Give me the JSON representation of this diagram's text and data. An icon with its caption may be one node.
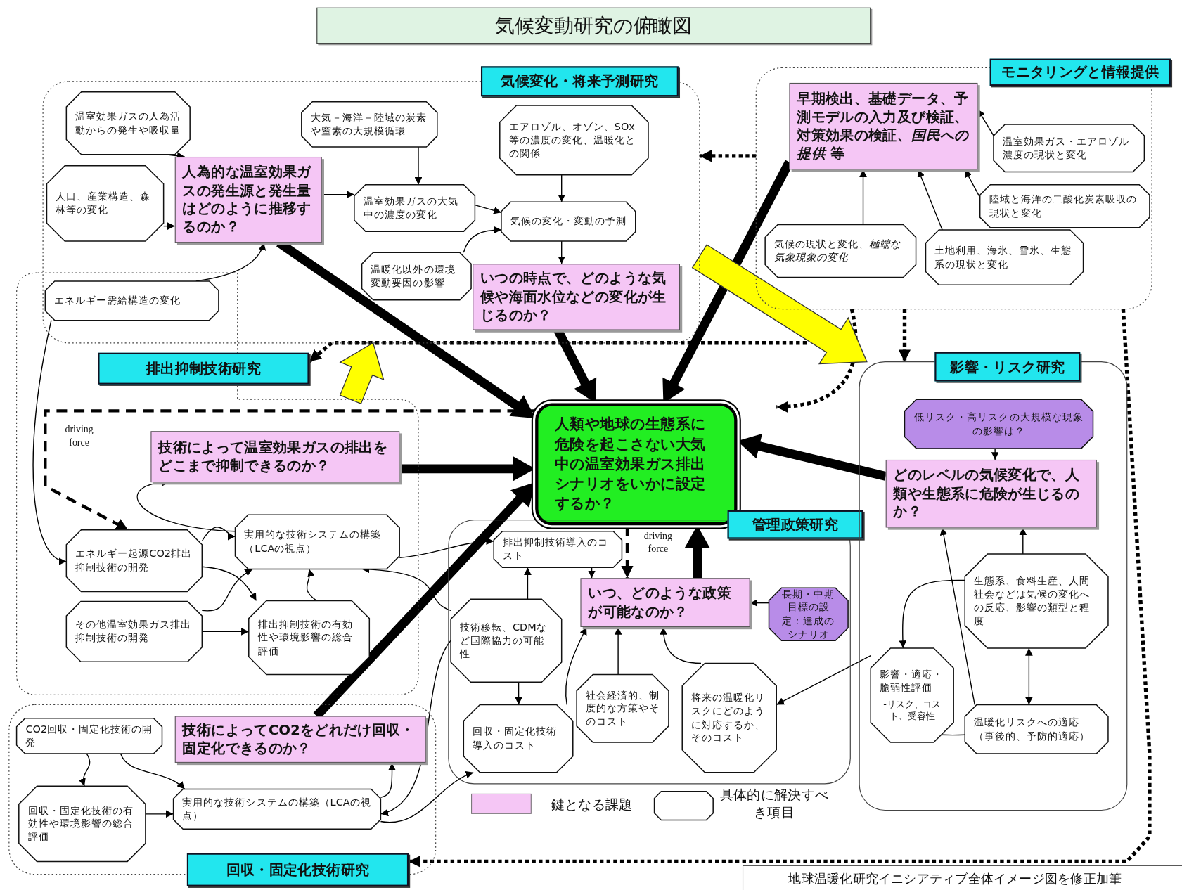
{
  "diagram": {
    "title": "気候変動研究の俯瞰図",
    "caption": "地球温暖化研究イニシアティブ全体イメージ図を修正加筆",
    "nodes": [
      {
        "text": [],
        "shape": "box"
      },
      {
        "text": [
          "温室効果ガスの人為活動からの発生や吸収量"
        ],
        "in": 0
      },
      {
        "text": [
          "人口、産業構造、森林等の変化"
        ],
        "in": 0
      },
      {
        "text": [
          "人為的な温室効果ガスの発生源と発生量はどのように推移するのか？"
        ],
        "in": 0
      },
      {
        "text": [
          "大気－海洋－陸域の炭素や窒素の大規模循環"
        ],
        "in": 0
      },
      {
        "text": [
          "温室効果ガスの大気中の濃度の変化"
        ],
        "in": 0
      },
      {
        "text": [
          "エアロゾル、オゾン、SOx等の濃度の変化、温暖化との関係"
        ],
        "in": 0
      },
      {
        "text": [
          "気候の変化・変動の予測"
        ],
        "in": 0
      },
      {
        "text": [
          "温暖化以外の環境変動要因の影響"
        ],
        "in": 0
      },
      {
        "text": [
          "いつの時点で、どのような気候や海面水位などの変化が生じるのか？"
        ],
        "in": 0
      },
      {
        "text": [
          "気候変化・将来予測研究"
        ]
      },
      {
        "text": [],
        "shape": "box"
      },
      {
        "text": [
          "早期検出、基礎データ、予測モデルの入力及び検証、対策効果の検証、*国民への提供* 等"
        ],
        "in": 11
      },
      {
        "text": [
          "温室効果ガス・エアロゾル濃度の現状と変化"
        ],
        "in": 11
      },
      {
        "text": [
          "陸域と海洋の二酸化炭素吸収の現状と変化"
        ],
        "in": 11
      },
      {
        "text": [
          "気候の現状と変化、*極端な気象現象の変化*"
        ],
        "in": 11
      },
      {
        "text": [
          "土地利用、海氷、雪氷、生態系の現状と変化"
        ],
        "in": 11
      },
      {
        "text": [
          "モニタリングと情報提供"
        ]
      },
      {
        "text": [
          "エネルギー需給構造の変化"
        ]
      },
      {
        "text": [],
        "shape": "box"
      },
      {
        "text": [
          "排出抑制技術研究"
        ],
        "in": 19
      },
      {
        "text": [
          "技術によって温室効果ガスの排出をどこまで抑制できるのか？"
        ],
        "in": 19
      },
      {
        "text": [
          "実用的な技術システムの構築（LCAの視点）"
        ],
        "in": 19
      },
      {
        "text": [
          "エネルギー起源CO2排出抑制技術の開発"
        ],
        "in": 19
      },
      {
        "text": [
          "その他温室効果ガス排出抑制技術の開発"
        ],
        "in": 19
      },
      {
        "text": [
          "排出抑制技術の有効性や環境影響の総合評価"
        ],
        "in": 19
      },
      {
        "text": [
          "人類や地球の生態系に危険を起こさない大気中の温室効果ガス排出シナリオをいかに設定するか？"
        ]
      },
      {
        "text": [],
        "shape": "box"
      },
      {
        "text": [
          "管理政策研究"
        ]
      },
      {
        "text": [
          "排出抑制技術導入のコスト"
        ],
        "in": 27
      },
      {
        "text": [
          "技術移転、CDMなど国際協力の可能性"
        ],
        "in": 27
      },
      {
        "text": [
          "いつ、どのような政策が可能なのか？"
        ],
        "in": 27
      },
      {
        "text": [
          "長期・中期目標の設定：達成のシナリオ"
        ],
        "in": 27
      },
      {
        "text": [
          "回収・固定化技術導入のコスト"
        ],
        "in": 27
      },
      {
        "text": [
          "社会経済的、制度的な方策やそのコスト"
        ],
        "in": 27
      },
      {
        "text": [
          "将来の温暖化リスクにどのように対応するか、そのコスト"
        ],
        "in": 27
      },
      {
        "text": [],
        "shape": "box"
      },
      {
        "text": [
          "影響・リスク研究"
        ]
      },
      {
        "text": [
          "低リスク・高リスクの大規模な現象の影響は？"
        ],
        "in": 36
      },
      {
        "text": [
          "どのレベルの気候変化で、人類や生態系に危険が生じるのか？"
        ],
        "in": 36
      },
      {
        "text": [
          "生態系、食料生産、人間社会などは気候の変化への反応、影響の類型と程度"
        ],
        "in": 36
      },
      {
        "text": [
          "影響・適応・脆弱性評価",
          "-リスク、コスト、受容性"
        ],
        "in": 36
      },
      {
        "text": [
          "温暖化リスクへの適応（事後的、予防的適応）"
        ],
        "in": 36
      },
      {
        "text": [],
        "shape": "box"
      },
      {
        "text": [
          "CO2回収・固定化技術の開発"
        ],
        "in": 43
      },
      {
        "text": [
          "技術によってCO2をどれだけ回収・固定化できるのか？"
        ],
        "in": 43
      },
      {
        "text": [
          "回収・固定化技術の有効性や環境影響の総合評価"
        ],
        "in": 43
      },
      {
        "text": [
          "実用的な技術システムの構築（LCAの視点）"
        ],
        "in": 43
      },
      {
        "text": [
          "回収・固定化技術研究"
        ]
      }
    ],
    "edges": [
      {
        "from": 1,
        "to": 3,
        "arrow": "to"
      },
      {
        "from": 2,
        "to": 3,
        "arrow": "to"
      },
      {
        "from": 18,
        "to": 3,
        "arrow": "to"
      },
      {
        "from": 3,
        "to": 5,
        "arrow": "to"
      },
      {
        "from": 4,
        "to": 5,
        "arrow": "to"
      },
      {
        "from": 5,
        "to": 7,
        "arrow": "to"
      },
      {
        "from": 6,
        "to": 7,
        "arrow": "to"
      },
      {
        "from": 8,
        "to": 7,
        "arrow": "to"
      },
      {
        "from": 7,
        "to": 9,
        "arrow": "to"
      },
      {
        "from": 3,
        "to": 26,
        "arrow": "to",
        "style": "thick"
      },
      {
        "from": 9,
        "to": 26,
        "arrow": "to",
        "style": "thick"
      },
      {
        "from": 13,
        "to": 12,
        "arrow": "to"
      },
      {
        "from": 14,
        "to": 12,
        "arrow": "to"
      },
      {
        "from": 15,
        "to": 12,
        "arrow": "to"
      },
      {
        "from": 16,
        "to": 12,
        "arrow": "to"
      },
      {
        "from": 12,
        "to": 26,
        "arrow": "to",
        "style": "thick"
      },
      {
        "from": 21,
        "to": 26,
        "arrow": "to",
        "style": "thick"
      },
      {
        "from": 26,
        "to": 23,
        "arrow": "to",
        "label": "driving force",
        "style": "dashed"
      },
      {
        "from": 18,
        "to": 23,
        "arrow": "to"
      },
      {
        "from": 22,
        "to": 21,
        "arrow": "to"
      },
      {
        "from": 23,
        "to": 22,
        "arrow": "to"
      },
      {
        "from": 24,
        "to": 22,
        "arrow": "to"
      },
      {
        "from": 23,
        "to": 25,
        "arrow": "to"
      },
      {
        "from": 24,
        "to": 25,
        "arrow": "to"
      },
      {
        "from": 25,
        "to": 22,
        "arrow": "to"
      },
      {
        "from": 22,
        "to": 29,
        "arrow": "to"
      },
      {
        "from": 30,
        "to": 22,
        "arrow": "to"
      },
      {
        "from": 30,
        "to": 29,
        "arrow": "to"
      },
      {
        "from": 30,
        "to": 33,
        "arrow": "to"
      },
      {
        "from": 29,
        "to": 31,
        "arrow": "to"
      },
      {
        "from": 33,
        "to": 31,
        "arrow": "to"
      },
      {
        "from": 34,
        "to": 31,
        "arrow": "to"
      },
      {
        "from": 35,
        "to": 31,
        "arrow": "to"
      },
      {
        "from": 32,
        "to": 31,
        "arrow": "to"
      },
      {
        "from": 31,
        "to": 26,
        "arrow": "to",
        "style": "thick"
      },
      {
        "from": 26,
        "to": 31,
        "arrow": "to",
        "label": "driving force",
        "style": "dashed"
      },
      {
        "from": 41,
        "to": 35,
        "arrow": "to"
      },
      {
        "from": 44,
        "to": 46,
        "arrow": "to"
      },
      {
        "from": 44,
        "to": 47,
        "arrow": "to"
      },
      {
        "from": 46,
        "to": 47,
        "arrow": "to"
      },
      {
        "from": 47,
        "to": 45,
        "arrow": "to"
      },
      {
        "from": 45,
        "to": 26,
        "arrow": "to",
        "style": "thick"
      },
      {
        "from": 30,
        "to": 47,
        "arrow": "to"
      },
      {
        "from": 47,
        "to": 33,
        "arrow": "to"
      },
      {
        "from": 38,
        "to": 39,
        "arrow": "to"
      },
      {
        "from": 40,
        "to": 39,
        "arrow": "to"
      },
      {
        "from": 42,
        "to": 39,
        "arrow": "to"
      },
      {
        "from": 40,
        "to": 41,
        "arrow": "to"
      },
      {
        "from": 42,
        "to": 41,
        "arrow": "to"
      },
      {
        "from": 40,
        "to": 42,
        "arrow": "both"
      },
      {
        "from": 39,
        "to": 26,
        "arrow": "to",
        "style": "thick"
      },
      {
        "from": 11,
        "to": 0,
        "arrow": "to",
        "style": "dashed"
      },
      {
        "from": 11,
        "to": 36,
        "arrow": "to",
        "style": "dashed"
      },
      {
        "from": 11,
        "to": 20,
        "arrow": "to",
        "style": "dashed"
      },
      {
        "from": 11,
        "to": null,
        "arrow": "to",
        "style": "dashed"
      },
      {
        "from": 11,
        "to": 48,
        "arrow": "to",
        "style": "dashed"
      },
      {
        "from": 0,
        "to": 36,
        "arrow": "to",
        "style": "thick",
        "color": "#ffff00"
      },
      {
        "from": 19,
        "to": 0,
        "arrow": "to",
        "style": "thick",
        "color": "#ffff00"
      }
    ],
    "legend": [
      {
        "text": "鍵となる課題",
        "color": "#f5c6f5"
      },
      {
        "text": "具体的に解決すべき項目"
      }
    ]
  }
}
